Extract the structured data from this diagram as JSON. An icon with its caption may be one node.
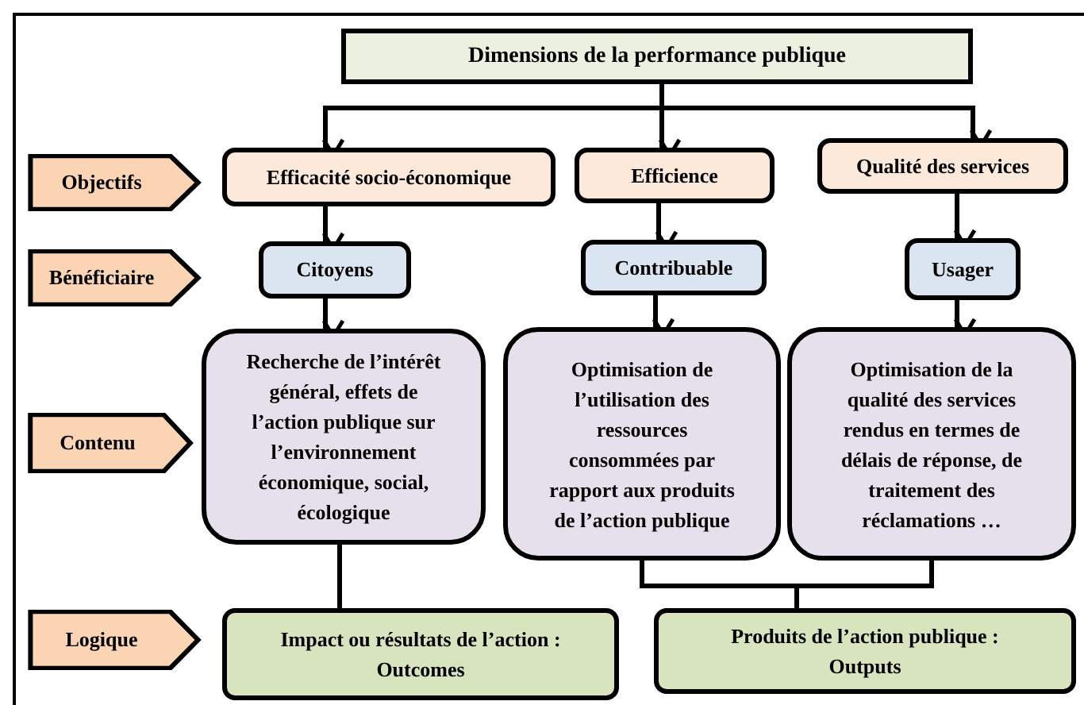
{
  "diagram": {
    "nodes": [
      {
        "text": [
          "Dimensions de la performance publique"
        ]
      },
      {
        "text": [
          "Objectifs"
        ]
      },
      {
        "text": [
          "Efficacité socio-économique"
        ]
      },
      {
        "text": [
          "Efficience"
        ]
      },
      {
        "text": [
          "Qualité des services"
        ]
      },
      {
        "text": [
          "Bénéficiaire"
        ]
      },
      {
        "text": [
          "Citoyens"
        ]
      },
      {
        "text": [
          "Contribuable"
        ]
      },
      {
        "text": [
          "Usager"
        ]
      },
      {
        "text": [
          "Contenu"
        ]
      },
      {
        "text": [
          "Recherche de l’intérêt général, effets de l’action publique sur l’environnement économique, social, écologique"
        ]
      },
      {
        "text": [
          "Optimisation de l’utilisation des ressources consommées par rapport aux produits de l’action publique"
        ]
      },
      {
        "text": [
          "Optimisation de la qualité des services rendus en termes de délais  de réponse, de traitement des réclamations …"
        ]
      },
      {
        "text": [
          "Logique"
        ]
      },
      {
        "text": [
          "Impact ou résultats de l’action :",
          "Outcomes"
        ]
      },
      {
        "text": [
          "Produits de l’action publique :",
          "Outputs"
        ]
      }
    ],
    "edges": [
      {
        "from": 0,
        "to": 2,
        "arrow": "to"
      },
      {
        "from": 0,
        "to": 3,
        "arrow": "to"
      },
      {
        "from": 0,
        "to": 4,
        "arrow": "to"
      },
      {
        "from": 2,
        "to": 6,
        "arrow": "to"
      },
      {
        "from": 3,
        "to": 7,
        "arrow": "to"
      },
      {
        "from": 4,
        "to": 8,
        "arrow": "to"
      },
      {
        "from": 6,
        "to": 10,
        "arrow": "to"
      },
      {
        "from": 7,
        "to": 11,
        "arrow": "to"
      },
      {
        "from": 8,
        "to": 12,
        "arrow": "to"
      },
      {
        "from": 10,
        "to": 14,
        "arrow": "none"
      },
      {
        "from": 11,
        "to": 15,
        "arrow": "none"
      },
      {
        "from": 12,
        "to": 15,
        "arrow": "none"
      }
    ]
  }
}
